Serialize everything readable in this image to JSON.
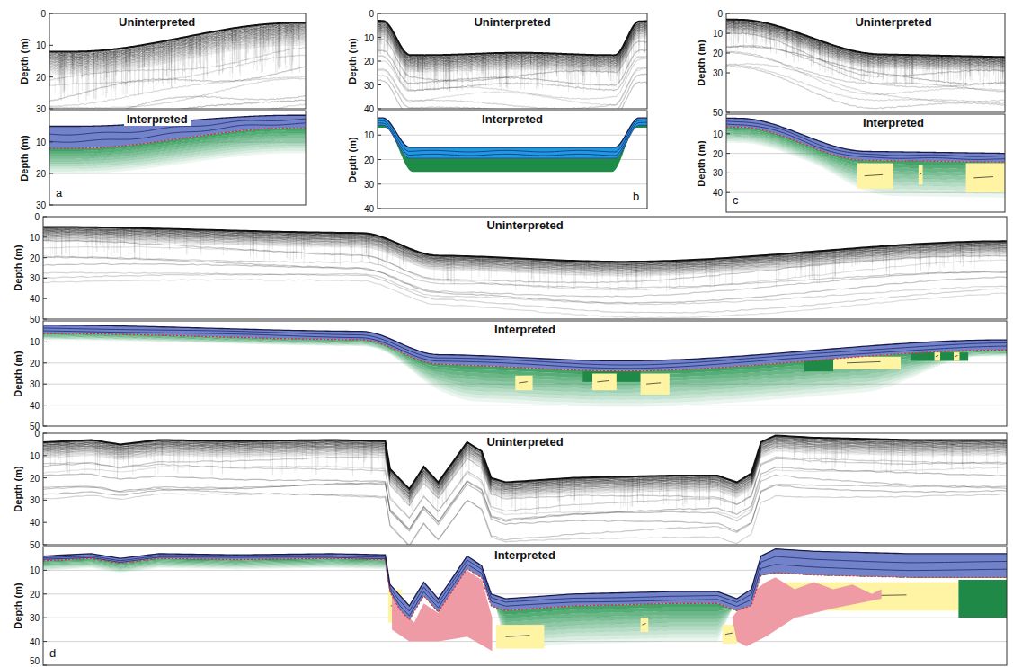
{
  "diagram": {
    "labels": [
      "Uninterpreted",
      "0",
      "10",
      "20",
      "30",
      "Depth (m)",
      "Interpreted",
      "10",
      "20",
      "30",
      "Depth (m)",
      "a",
      "Uninterpreted",
      "0",
      "10",
      "20",
      "30",
      "40",
      "Depth (m)",
      "Interpreted",
      "10",
      "20",
      "30",
      "40",
      "Depth (m)",
      "b",
      "Uninterpreted",
      "0",
      "10",
      "20",
      "30",
      "50",
      "Depth (m)",
      "Interpreted",
      "10",
      "20",
      "30",
      "40",
      "Depth (m)",
      "c",
      "Uninterpreted",
      "0",
      "10",
      "20",
      "30",
      "40",
      "50",
      "Depth (m)",
      "Interpreted",
      "10",
      "20",
      "30",
      "40",
      "50",
      "Depth (m)",
      "Uninterpreted",
      "0",
      "10",
      "20",
      "30",
      "40",
      "50",
      "Depth (m)",
      "Interpreted",
      "10",
      "20",
      "30",
      "40",
      "50",
      "Depth (m)",
      "d"
    ]
  }
}
